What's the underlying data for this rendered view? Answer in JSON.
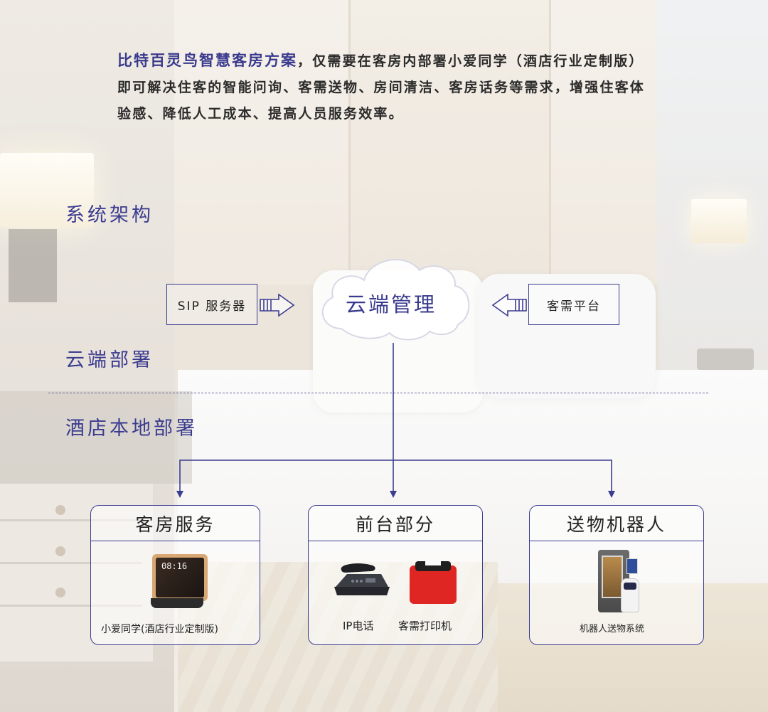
{
  "intro": {
    "brand": "比特百灵鸟智慧客房方案",
    "body": "，仅需要在客房内部署小爱同学（酒店行业定制版）即可解决住客的智能问询、客需送物、房间清洁、客房话务等需求，增强住客体验感、降低人工成本、提高人员服务效率。"
  },
  "sections": {
    "architecture": "系统架构",
    "cloud": "云端部署",
    "local": "酒店本地部署"
  },
  "cloud": {
    "center": "云端管理",
    "left_box": "SIP 服务器",
    "right_box": "客需平台"
  },
  "groups": [
    {
      "title": "客房服务",
      "devices": [
        {
          "name": "小爱同学(酒店行业定制版)",
          "screen_time": "08:16"
        }
      ]
    },
    {
      "title": "前台部分",
      "devices": [
        {
          "name": "IP电话"
        },
        {
          "name": "客需打印机"
        }
      ]
    },
    {
      "title": "送物机器人",
      "devices": [
        {
          "name": "机器人送物系统"
        }
      ]
    }
  ],
  "colors": {
    "accent": "#3c3c90",
    "text": "#222222",
    "printer_red": "#e02623"
  }
}
